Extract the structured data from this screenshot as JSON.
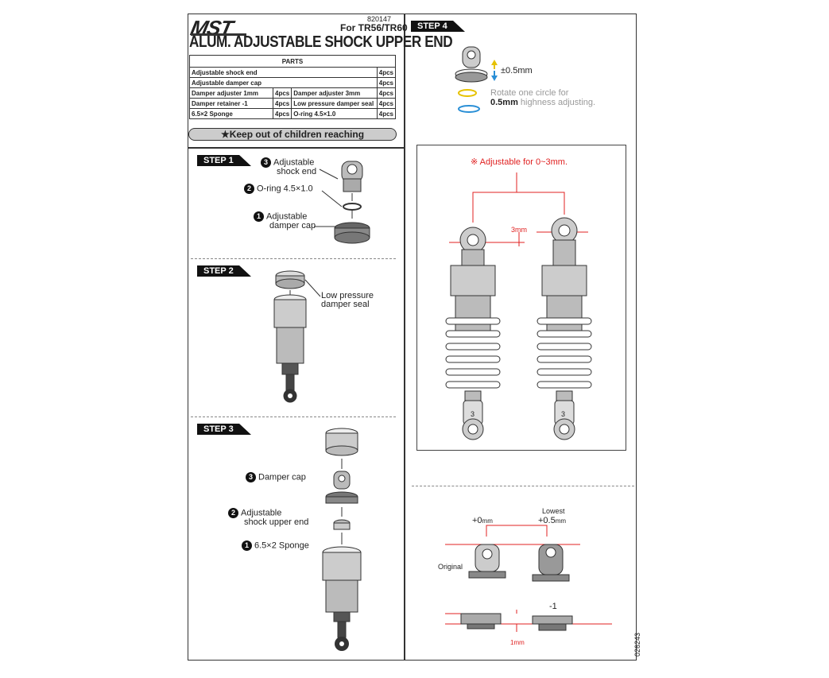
{
  "header": {
    "brand": "MST",
    "code": "820147",
    "for_models": "For TR56/TR60",
    "title": "ALUM. ADJUSTABLE SHOCK UPPER END"
  },
  "parts": {
    "heading": "PARTS",
    "rows": [
      {
        "name": "Adjustable shock end",
        "qty": "4pcs"
      },
      {
        "name": "Adjustable damper cap",
        "qty": "4pcs"
      }
    ],
    "pair_rows": [
      {
        "name1": "Damper adjuster 1mm",
        "qty1": "4pcs",
        "name2": "Damper adjuster 3mm",
        "qty2": "4pcs"
      },
      {
        "name1": "Damper retainer -1",
        "qty1": "4pcs",
        "name2": "Low pressure damper seal",
        "qty2": "4pcs"
      },
      {
        "name1": "6.5×2 Sponge",
        "qty1": "4pcs",
        "name2": "O-ring 4.5×1.0",
        "qty2": "4pcs"
      }
    ]
  },
  "warning": "★Keep out of children reaching",
  "step1": {
    "label": "STEP 1",
    "items": [
      {
        "num": "3",
        "text_a": "Adjustable",
        "text_b": "shock end"
      },
      {
        "num": "2",
        "text_a": "O-ring 4.5×1.0",
        "text_b": ""
      },
      {
        "num": "1",
        "text_a": "Adjustable",
        "text_b": "damper cap"
      }
    ]
  },
  "step2": {
    "label": "STEP 2",
    "text_a": "Low pressure",
    "text_b": "damper seal"
  },
  "step3": {
    "label": "STEP 3",
    "items": [
      {
        "num": "3",
        "text_a": "Damper cap",
        "text_b": ""
      },
      {
        "num": "2",
        "text_a": "Adjustable",
        "text_b": "shock upper end"
      },
      {
        "num": "1",
        "text_a": "6.5×2 Sponge",
        "text_b": ""
      }
    ]
  },
  "step4": {
    "label": "STEP 4",
    "adjust_value": "±0.5mm",
    "rotate_a": "Rotate one circle for",
    "rotate_b_bold": "0.5mm",
    "rotate_b_rest": " highness adjusting.",
    "adjustable_note": "※ Adjustable for 0~3mm.",
    "gap_label": "3mm",
    "shock_number": "3",
    "plus0": "+0",
    "plus05": "+0.5",
    "unit": "mm",
    "lowest": "Lowest",
    "original": "Original",
    "minus1": "-1",
    "one_mm": "1mm"
  },
  "doc_id": "026243",
  "colors": {
    "accent_red": "#e02020",
    "arrow_yellow": "#e6c200",
    "arrow_blue": "#2a8fd6"
  }
}
